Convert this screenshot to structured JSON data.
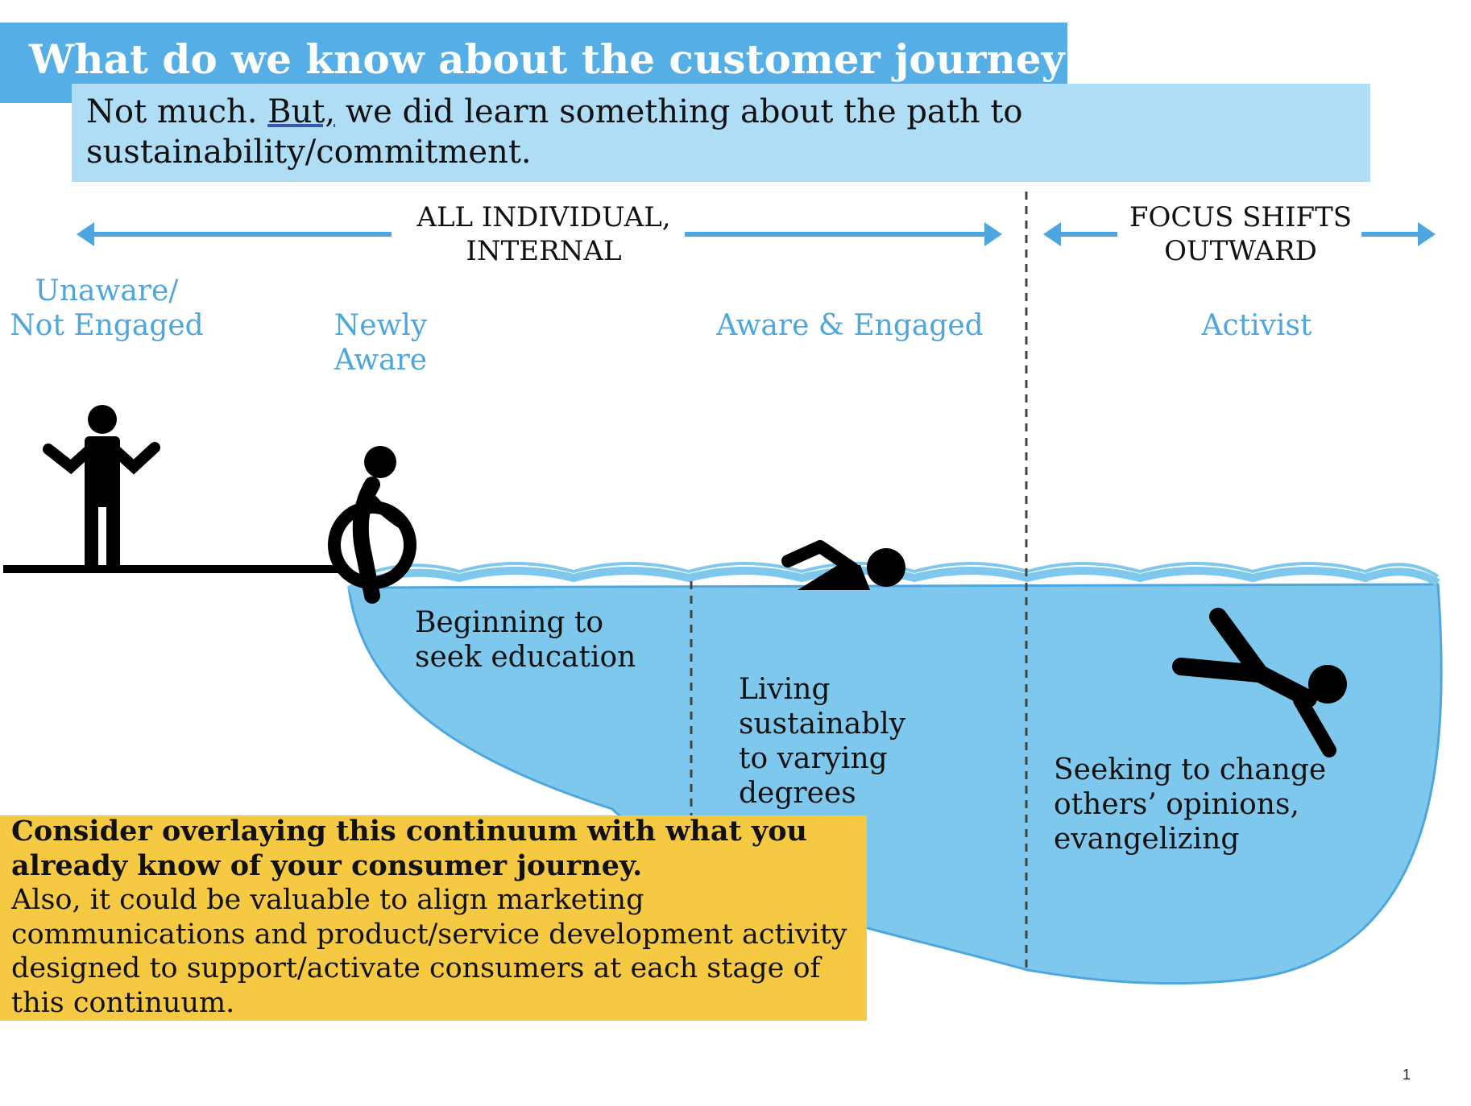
{
  "header": {
    "title": "What do we know about the customer journey?",
    "subtitle_part1": "Not much.",
    "subtitle_underlined": "But,",
    "subtitle_part2": "we did learn something about the path to sustainability/commitment."
  },
  "phases": {
    "internal_line1": "ALL INDIVIDUAL,",
    "internal_line2": "INTERNAL",
    "outward_line1": "FOCUS SHIFTS",
    "outward_line2": "OUTWARD"
  },
  "stages": [
    {
      "line1": "Unaware/",
      "line2": "Not Engaged",
      "description": ""
    },
    {
      "line1": "Newly",
      "line2": "Aware",
      "description_line1": "Beginning to",
      "description_line2": "seek education"
    },
    {
      "line1": "Aware & Engaged",
      "description_line1": "Living",
      "description_line2": "sustainably",
      "description_line3": "to varying",
      "description_line4": "degrees"
    },
    {
      "line1": "Activist",
      "description_line1": "Seeking to change",
      "description_line2": "others’ opinions,",
      "description_line3": "evangelizing"
    }
  ],
  "note": {
    "bold_text": "Consider overlaying this continuum with what you already know of your consumer journey.",
    "body_text": "Also, it could be valuable to align marketing communications and product/service development activity designed to support/activate consumers at each stage of this continuum."
  },
  "page_number": "1",
  "colors": {
    "title_bar": "#56aee6",
    "subtitle_box": "#aeddf5",
    "water": "#7ec8ee",
    "water_outline": "#4ea6de",
    "stage_label": "#4ea6de",
    "note_box": "#f6c943"
  }
}
